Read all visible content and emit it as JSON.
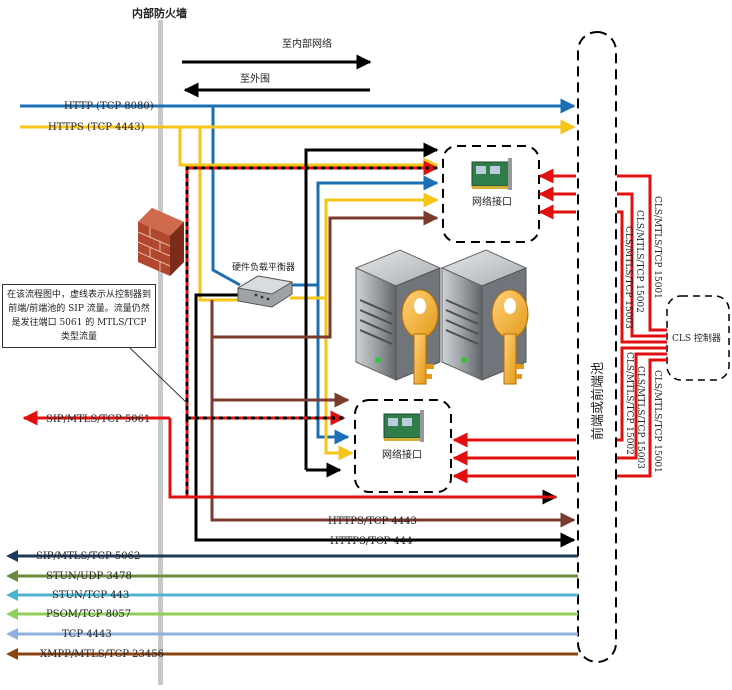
{
  "diagram": {
    "firewall_label": "内部防火墙",
    "direction_inbound": "至内部网络",
    "direction_outbound": "至外围",
    "load_balancer_label": "硬件负载平衡器",
    "nic_top_label": "网络接口",
    "nic_bottom_label": "网络接口",
    "pool_label": "前端或前端池",
    "controller_label": "CLS 控制器",
    "note_text": "在该流程图中，虚线表示从控制器到前端/前端池的 SIP 流量。流量仍然是发往端口 5061 的 MTLS/TCP 类型流量",
    "top_cls_labels": [
      "CLS/MTLS/TCP 15001",
      "CLS/MTLS/TCP 15002",
      "CLS/MTLS/TCP 15003"
    ],
    "bottom_cls_labels": [
      "CLS/MTLS/TCP 15001",
      "CLS/MTLS/TCP 15002",
      "CLS/MTLS/TCP 15003"
    ],
    "inbound_flows": [
      {
        "label": "HTTP (TCP 8080)",
        "color": "#1a6fb5"
      },
      {
        "label": "HTTPS (TCP 4443)",
        "color": "#f5c518"
      },
      {
        "label": "SIP/MTLS/TCP 5061",
        "color": "#e01010"
      }
    ],
    "internal_flows": [
      {
        "label": "HTTPS/TCP 4443",
        "color": "#7a3b2e"
      },
      {
        "label": "HTTPS/TCP 444",
        "color": "#000000"
      }
    ],
    "outbound_flows": [
      {
        "label": "SIP/MTLS/TCP 5062",
        "color": "#1f3a5a"
      },
      {
        "label": "STUN/UDP 3478",
        "color": "#6e8b3d"
      },
      {
        "label": "STUN/TCP 443",
        "color": "#4fb3cf"
      },
      {
        "label": "PSOM/TCP 8057",
        "color": "#8fcf5a"
      },
      {
        "label": "TCP 4443",
        "color": "#8fb0dc"
      },
      {
        "label": "XMPP/MTLS/TCP 23456",
        "color": "#8b4513"
      }
    ]
  }
}
